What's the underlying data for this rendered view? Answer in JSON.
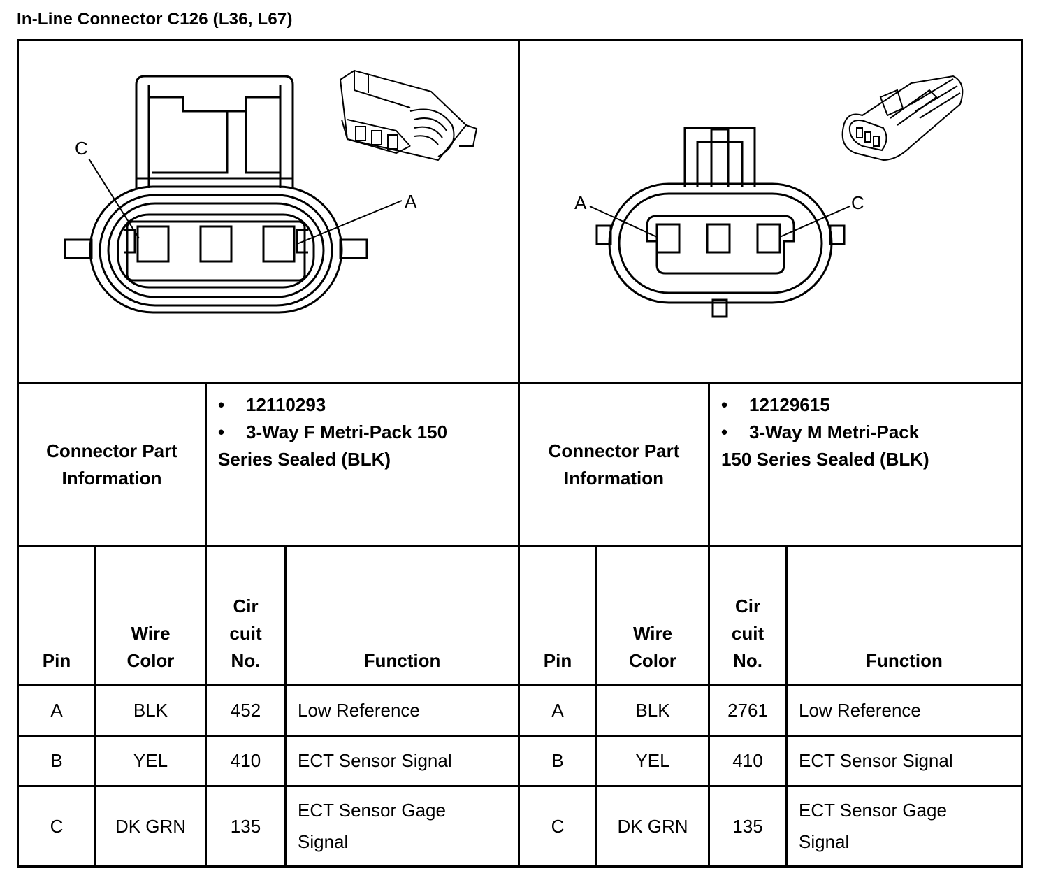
{
  "title": "In-Line Connector C126 (L36, L67)",
  "left_connector": {
    "pin_labels": {
      "left": "C",
      "right": "A"
    },
    "part_label": [
      "Connector Part",
      "Information"
    ],
    "part_info": {
      "part_number": "12110293",
      "description_line1": "3-Way F Metri-Pack 150",
      "description_line2": "Series Sealed (BLK)"
    },
    "headers": {
      "pin": "Pin",
      "wire_color": [
        "Wire",
        "Color"
      ],
      "circuit": [
        "Cir",
        "cuit",
        "No."
      ],
      "function": "Function"
    },
    "rows": [
      {
        "pin": "A",
        "color": "BLK",
        "circuit": "452",
        "function": [
          "Low Reference"
        ]
      },
      {
        "pin": "B",
        "color": "YEL",
        "circuit": "410",
        "function": [
          "ECT Sensor Signal"
        ]
      },
      {
        "pin": "C",
        "color": "DK GRN",
        "circuit": "135",
        "function": [
          "ECT Sensor Gage",
          "Signal"
        ]
      }
    ]
  },
  "right_connector": {
    "pin_labels": {
      "left": "A",
      "right": "C"
    },
    "part_label": [
      "Connector Part",
      "Information"
    ],
    "part_info": {
      "part_number": "12129615",
      "description_line1": "3-Way M Metri-Pack",
      "description_line2": "150 Series Sealed (BLK)"
    },
    "headers": {
      "pin": "Pin",
      "wire_color": [
        "Wire",
        "Color"
      ],
      "circuit": [
        "Cir",
        "cuit",
        "No."
      ],
      "function": "Function"
    },
    "rows": [
      {
        "pin": "A",
        "color": "BLK",
        "circuit": "2761",
        "function": [
          "Low Reference"
        ]
      },
      {
        "pin": "B",
        "color": "YEL",
        "circuit": "410",
        "function": [
          "ECT Sensor Signal"
        ]
      },
      {
        "pin": "C",
        "color": "DK GRN",
        "circuit": "135",
        "function": [
          "ECT Sensor Gage",
          "Signal"
        ]
      }
    ]
  }
}
